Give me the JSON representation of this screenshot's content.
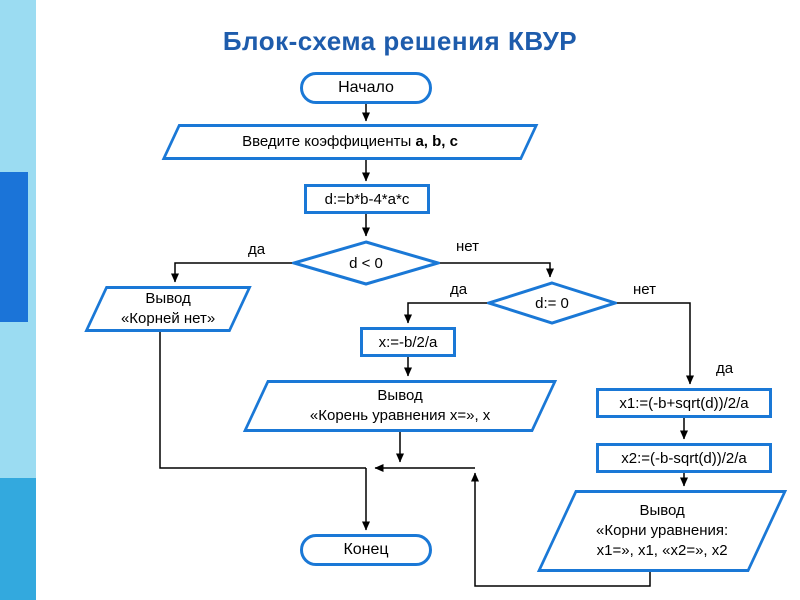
{
  "title": "Блок-схема решения КВУР",
  "colors": {
    "shape_border": "#1a78d6",
    "title_text": "#1e5cac",
    "stripe_light": "#9bdcf2",
    "stripe_dark": "#1b74d8",
    "stripe_medium": "#33a9de"
  },
  "nodes": {
    "start": "Начало",
    "input": {
      "text": "Введите коэффициенты",
      "bold": "a, b, c"
    },
    "discriminant": "d:=b*b-4*a*c",
    "cond_d_lt_0": "d < 0",
    "out_no_roots_line1": "Вывод",
    "out_no_roots_line2": "«Корней нет»",
    "cond_d_eq_0": "d:= 0",
    "x_single": "x:=-b/2/a",
    "out_single_line1": "Вывод",
    "out_single_line2": "«Корень уравнения x=», x",
    "x1": "x1:=(-b+sqrt(d))/2/a",
    "x2": "x2:=(-b-sqrt(d))/2/a",
    "out_two_line1": "Вывод",
    "out_two_line2": "«Корни уравнения:",
    "out_two_line3": "x1=», x1, «x2=», x2",
    "end": "Конец"
  },
  "labels": {
    "yes1": "да",
    "no1": "нет",
    "yes2": "да",
    "no2": "нет",
    "yes3": "да"
  }
}
